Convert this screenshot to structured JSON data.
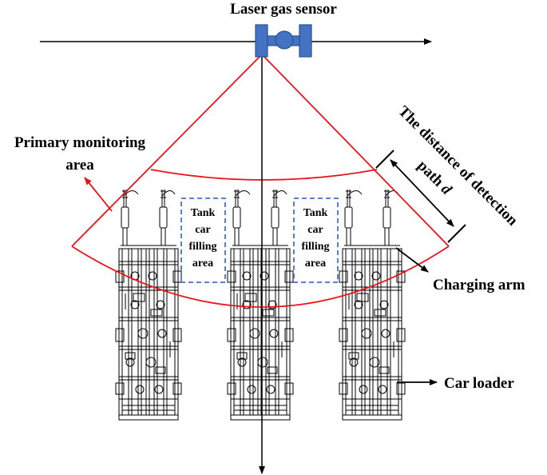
{
  "labels": {
    "sensor": "Laser gas sensor",
    "primary_line1": "Primary monitoring",
    "primary_line2": "area",
    "distance_line1": "The distance of detection",
    "distance_line2_text": "path ",
    "distance_symbol": "d",
    "tank_left_line1": "Tank",
    "tank_left_line2": "car",
    "tank_left_line3": "filling",
    "tank_left_line4": "area",
    "tank_right_line1": "Tank",
    "tank_right_line2": "car",
    "tank_right_line3": "filling",
    "tank_right_line4": "area",
    "charging_arm": "Charging arm",
    "car_loader": "Car loader"
  },
  "colors": {
    "zone": "#e8141c",
    "sensor": "#4472c4",
    "sensor_stroke": "#2f528f",
    "tank_box": "#4472c4",
    "ink": "#000000"
  }
}
